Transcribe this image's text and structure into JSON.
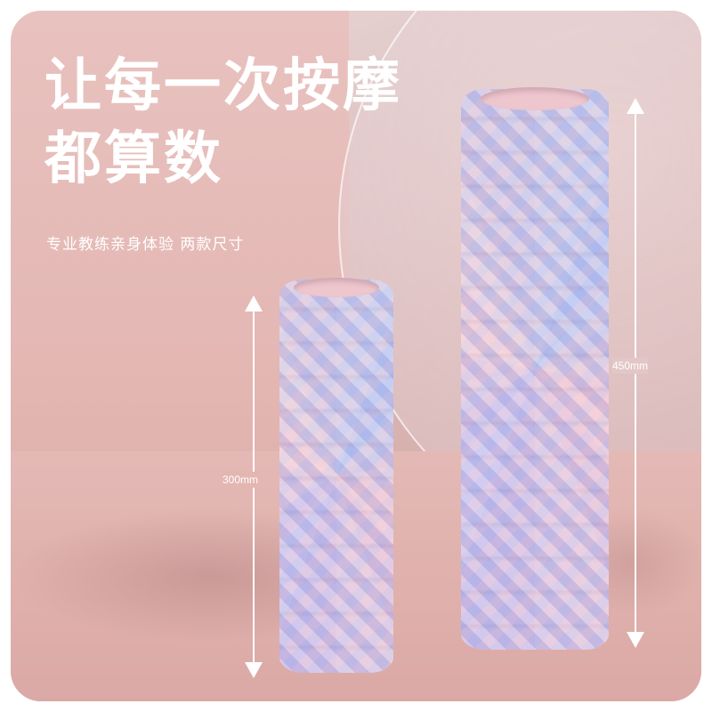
{
  "headline": {
    "line1": "让每一次按摩",
    "line2": "都算数"
  },
  "subheadline": "专业教练亲身体验 两款尺寸",
  "sizes": {
    "small_label": "300mm",
    "large_label": "450mm"
  },
  "colors": {
    "background": "#e3b6b2",
    "text": "#ffffff",
    "roller_pink": "#f1bfca",
    "roller_blue": "#b6c3ef"
  }
}
